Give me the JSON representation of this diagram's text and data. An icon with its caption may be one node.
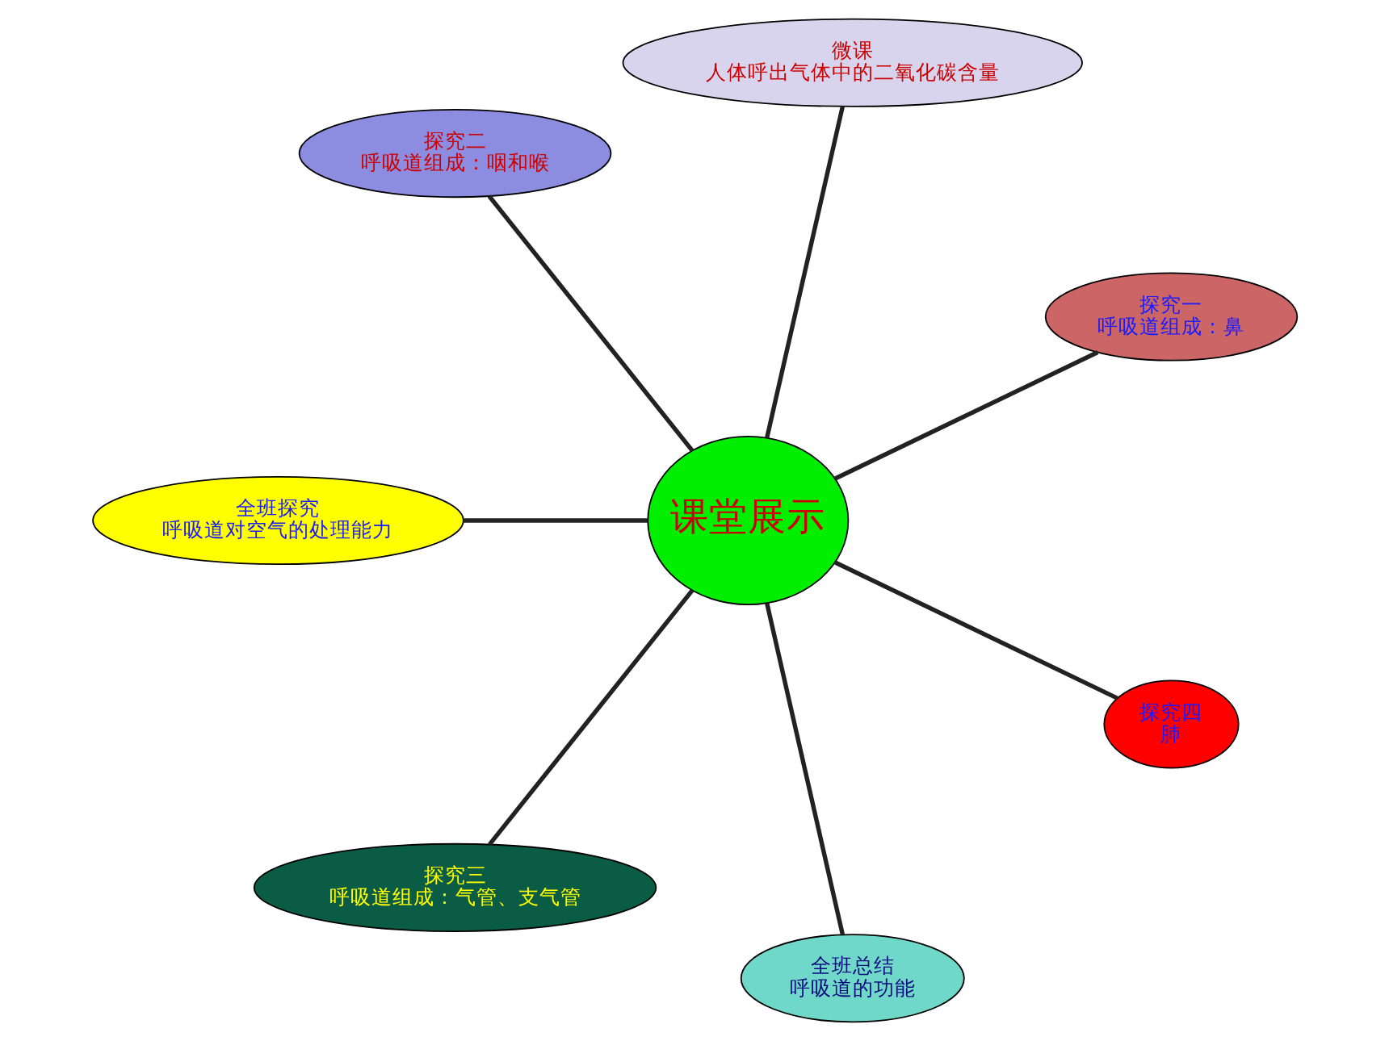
{
  "diagram": {
    "nodes": [
      {
        "text": [
          "课堂展示"
        ]
      },
      {
        "text": [
          "探究一",
          "呼吸道组成：鼻"
        ]
      },
      {
        "text": [
          "微课",
          "人体呼出气体中的二氧化碳含量"
        ]
      },
      {
        "text": [
          "探究二",
          "呼吸道组成：咽和喉"
        ]
      },
      {
        "text": [
          "全班探究",
          "呼吸道对空气的处理能力"
        ]
      },
      {
        "text": [
          "探究三",
          "呼吸道组成：气管、支气管"
        ]
      },
      {
        "text": [
          "全班总结",
          "呼吸道的功能"
        ]
      },
      {
        "text": [
          "探究四",
          "肺"
        ]
      }
    ],
    "edges": [
      {
        "from": 0,
        "to": 1,
        "arrow": "none"
      },
      {
        "from": 0,
        "to": 2,
        "arrow": "none"
      },
      {
        "from": 0,
        "to": 3,
        "arrow": "none"
      },
      {
        "from": 0,
        "to": 4,
        "arrow": "none"
      },
      {
        "from": 0,
        "to": 5,
        "arrow": "none"
      },
      {
        "from": 0,
        "to": 6,
        "arrow": "none"
      },
      {
        "from": 0,
        "to": 7,
        "arrow": "none"
      }
    ]
  }
}
